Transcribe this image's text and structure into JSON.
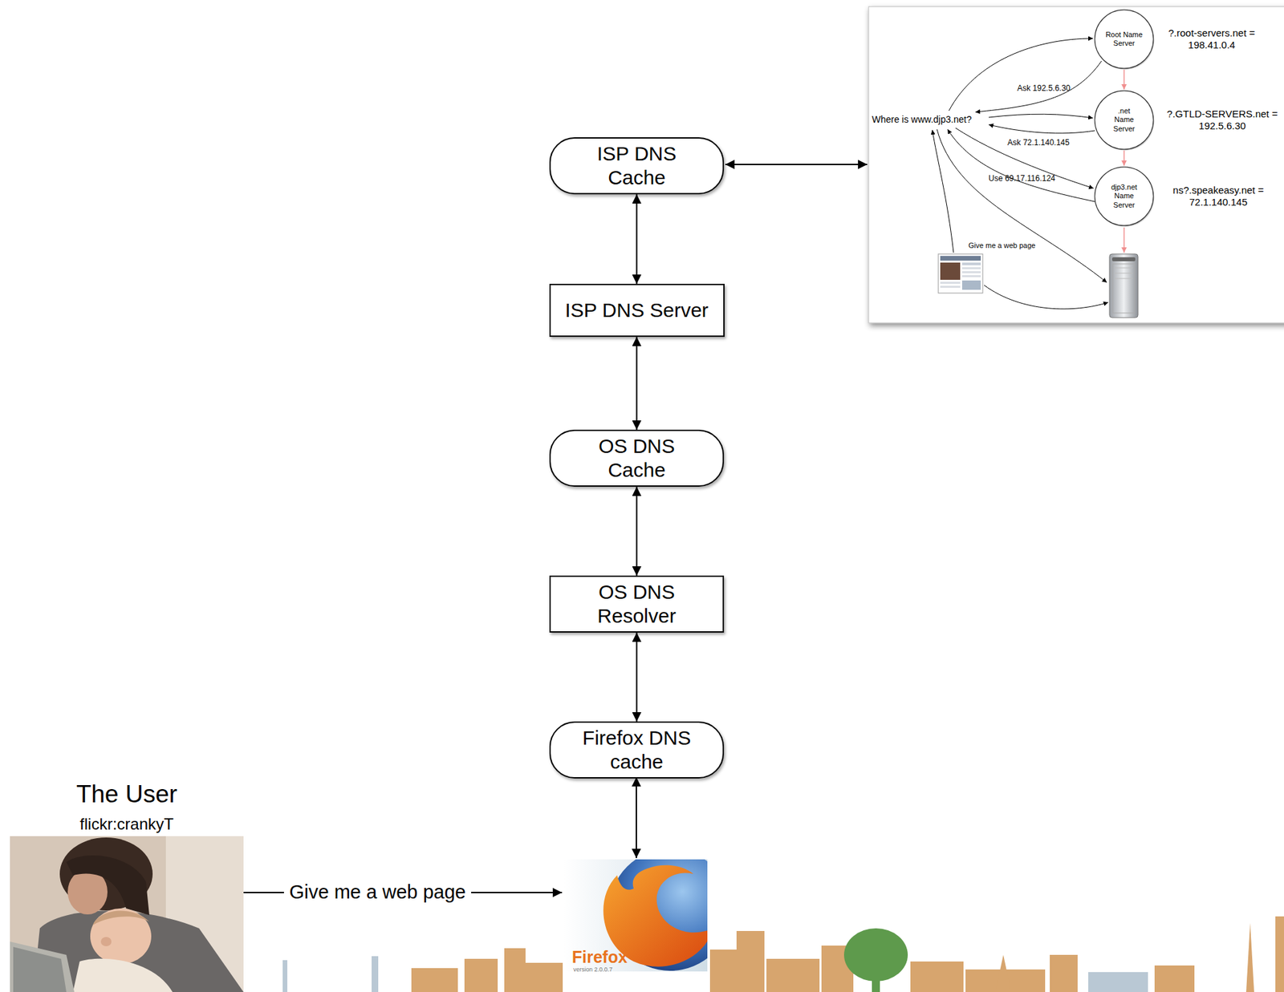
{
  "diagram": {
    "nodes": [
      {
        "text": [
          "ISP DNS Cache"
        ]
      },
      {
        "text": [
          "ISP DNS Server"
        ]
      },
      {
        "text": [
          "OS DNS Cache"
        ]
      },
      {
        "text": [
          "OS DNS Resolver"
        ]
      },
      {
        "text": [
          "Firefox DNS cache"
        ]
      },
      {
        "text": [
          "Root Name Server"
        ]
      },
      {
        "text": [
          ".net Name Server"
        ]
      },
      {
        "text": [
          "djp3.net Name Server"
        ]
      }
    ],
    "edges": [
      {
        "from": 0,
        "to": 1,
        "arrow": "both"
      },
      {
        "from": 1,
        "to": 2,
        "arrow": "both"
      },
      {
        "from": 2,
        "to": 3,
        "arrow": "both"
      },
      {
        "from": 3,
        "to": 4,
        "arrow": "both"
      },
      {
        "from": 5,
        "to": 6,
        "arrow": "to"
      },
      {
        "from": 6,
        "to": 7,
        "arrow": "to"
      }
    ],
    "labels": [
      "Where is www.djp3.net?",
      "Ask 192.5.6.30",
      "Ask 72.1.140.145",
      "Use 69.17.116.124",
      "Give me a web page",
      "?.root-servers.net = 198.41.0.4",
      "?.GTLD-SERVERS.net = 192.5.6.30",
      "ns?.speakeasy.net = 72.1.140.145",
      "The User",
      "flickr:crankyT",
      "Give me a web page",
      "Firefox",
      "version 2.0.0.7"
    ]
  }
}
